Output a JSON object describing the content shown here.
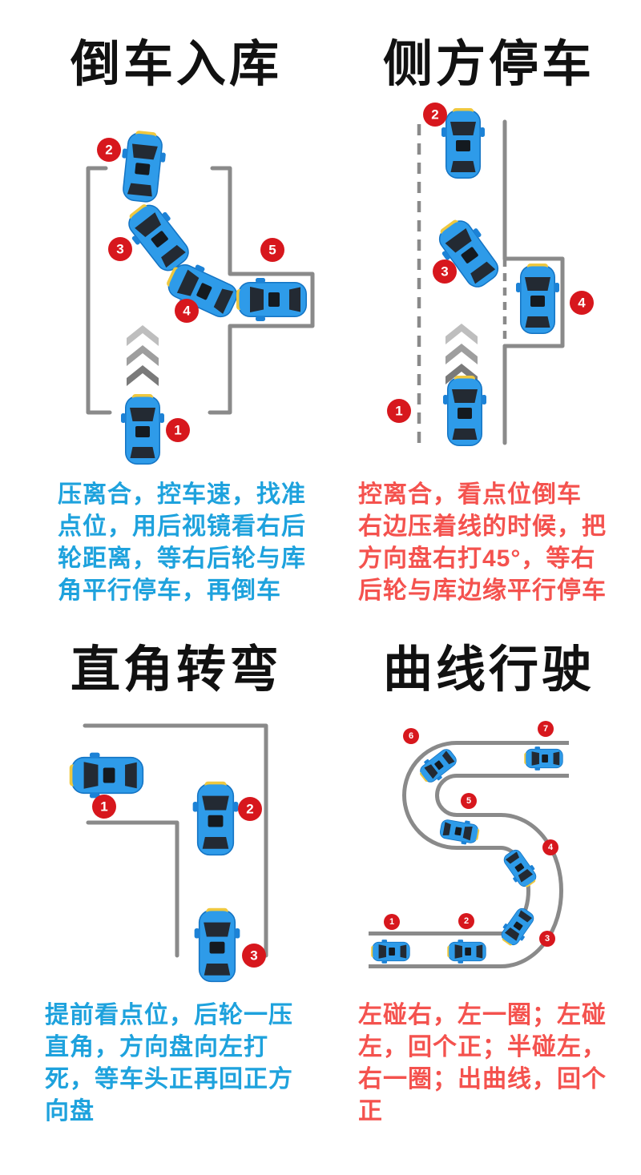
{
  "colors": {
    "title_text": "#111111",
    "blue_note_text": "#1EA2DD",
    "red_note_text": "#F4524E",
    "marker_badge": "#D7171D",
    "car_body_blue": "#2E9BE9",
    "track_line_gray": "#8A8A8A"
  },
  "icons": {
    "direction_arrows": "chevron-up",
    "vehicle": "car-top-view",
    "step_marker": "numbered-red-circle"
  },
  "quadrants": [
    {
      "id": "reverse-parking",
      "title": "倒车入库",
      "note_color": "blue",
      "lines": [
        "压离合，控车速，找准",
        "点位，用后视镜看右后",
        "轮距离，等右后轮与库",
        "角平行停车，再倒车"
      ],
      "markers": [
        "1",
        "2",
        "3",
        "4",
        "5"
      ]
    },
    {
      "id": "side-parking",
      "title": "侧方停车",
      "note_color": "red",
      "lines": [
        "控离合，看点位倒车",
        "右边压着线的时候，把",
        "方向盘右打45°，等右",
        "后轮与库边缘平行停车"
      ],
      "markers": [
        "1",
        "2",
        "3",
        "4"
      ]
    },
    {
      "id": "right-angle-turn",
      "title": "直角转弯",
      "note_color": "blue",
      "lines": [
        "提前看点位，后轮一压",
        "直角，方向盘向左打",
        "死，等车头正再回正方",
        "向盘"
      ],
      "markers": [
        "1",
        "2",
        "3"
      ]
    },
    {
      "id": "curve-driving",
      "title": "曲线行驶",
      "note_color": "red",
      "lines": [
        "左碰右，左一圈；左碰",
        "左，回个正；半碰左，",
        "右一圈；出曲线，回个",
        "正"
      ],
      "markers": [
        "1",
        "2",
        "3",
        "4",
        "5",
        "6",
        "7"
      ]
    }
  ]
}
